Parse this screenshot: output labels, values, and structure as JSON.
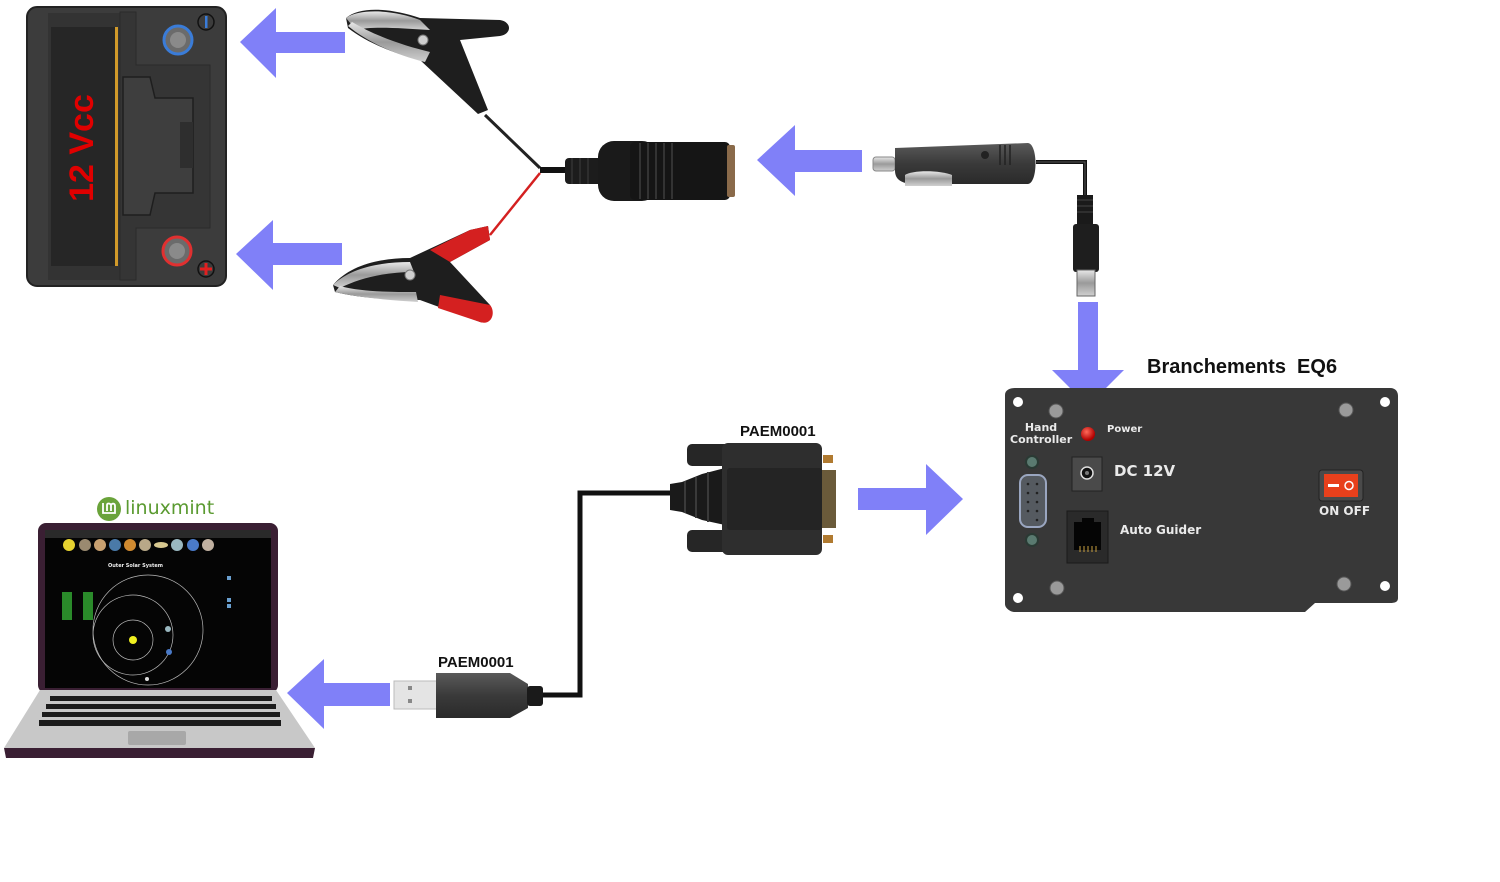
{
  "diagram": {
    "title": "Branchements  EQ6",
    "arrow_color": "#8080f8",
    "battery": {
      "label": "12 Vcc",
      "label_color": "#e00000",
      "negative_symbol": "−",
      "positive_symbol": "+"
    },
    "cables": {
      "serial_label": "PAEM0001",
      "usb_label": "PAEM0001"
    },
    "laptop": {
      "os_logo_text": "linuxmint",
      "os_logo_color": "#6aa33a",
      "screen_app_title": "Outer Solar System"
    },
    "eq6_panel": {
      "hand_controller_label_line1": "Hand",
      "hand_controller_label_line2": "Controller",
      "power_label": "Power",
      "dc_label": "DC 12V",
      "autoguider_label": "Auto Guider",
      "switch_label": "ON OFF"
    }
  }
}
